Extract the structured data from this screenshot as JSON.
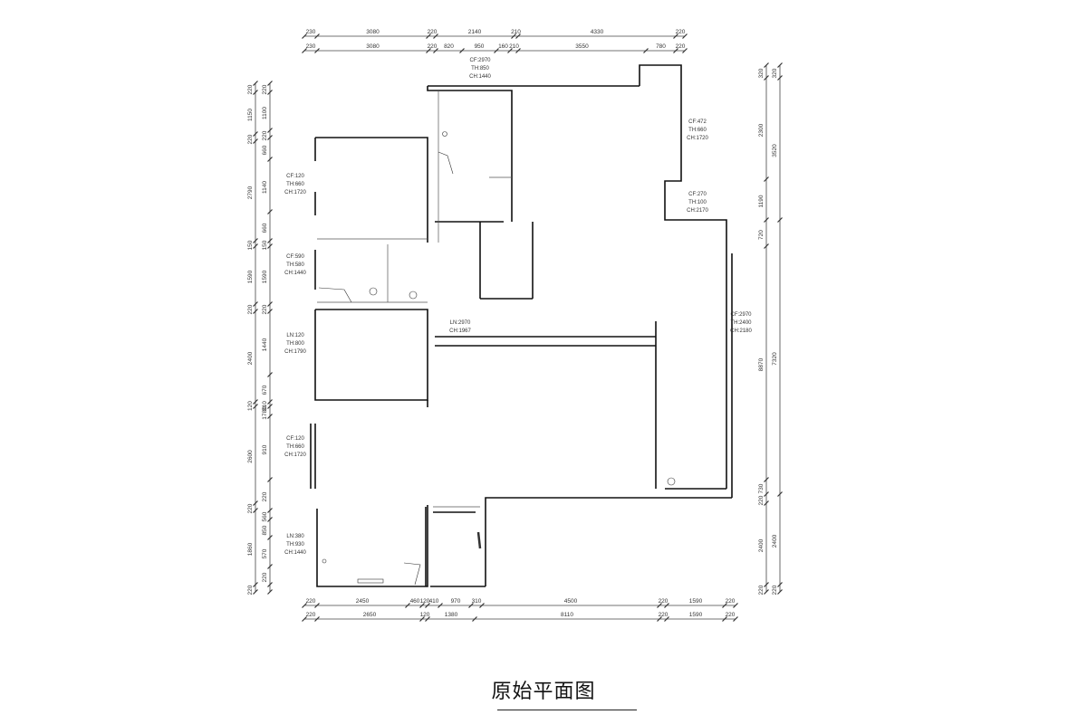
{
  "title": "原始平面图",
  "dims_top_1": [
    "230",
    "3080",
    "220",
    "2140",
    "210",
    "4330",
    "220"
  ],
  "dims_top_2": [
    "230",
    "3080",
    "220",
    "820",
    "950",
    "160",
    "210",
    "3550",
    "780",
    "220"
  ],
  "dims_bottom_1": [
    "220",
    "2450",
    "460",
    "120",
    "410",
    "970",
    "310",
    "4500",
    "220",
    "1590",
    "220"
  ],
  "dims_bottom_2": [
    "220",
    "2650",
    "120",
    "1380",
    "8110",
    "220",
    "1590",
    "220"
  ],
  "dims_left_1": [
    "220",
    "1150",
    "220",
    "2790",
    "150",
    "1590",
    "220",
    "2400",
    "120",
    "2600",
    "220",
    "1860",
    "220"
  ],
  "dims_left_2": [
    "220",
    "1100",
    "220",
    "660",
    "1140",
    "660",
    "150",
    "1590",
    "220",
    "1440",
    "670",
    "310",
    "1780",
    "910",
    "220",
    "560",
    "850",
    "570",
    "220"
  ],
  "dims_right_1": [
    "320",
    "2300",
    "1190",
    "720",
    "8870",
    "730",
    "220",
    "2400",
    "220"
  ],
  "dims_right_2": [
    "320",
    "3520",
    "7320",
    "2400",
    "220"
  ],
  "notes": {
    "n1": [
      "CF:2970",
      "TH:850",
      "CH:1440"
    ],
    "n2": [
      "CF:120",
      "TH:660",
      "CH:1720"
    ],
    "n3": [
      "CF:472",
      "TH:660",
      "CH:1720"
    ],
    "n4": [
      "CF:270",
      "TH:100",
      "CH:2170"
    ],
    "n5": [
      "CF:590",
      "TH:580",
      "CH:1440"
    ],
    "n6": [
      "CF:2970",
      "TH:2400",
      "CH:2180"
    ],
    "n7": [
      "LN:2970",
      "CH:1967"
    ],
    "n8": [
      "LN:120",
      "TH:800",
      "CH:1790"
    ],
    "n9": [
      "CF:120",
      "TH:660",
      "CH:1720"
    ],
    "n10": [
      "LN:380",
      "TH:930",
      "CH:1440"
    ]
  }
}
